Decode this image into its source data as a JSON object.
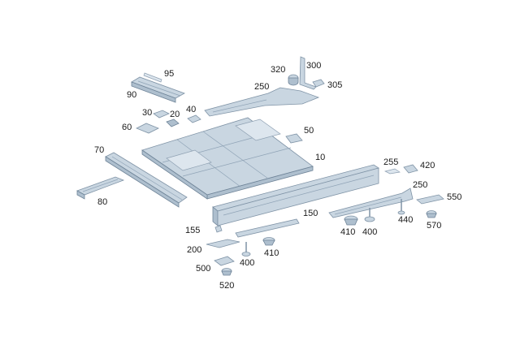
{
  "parts": [
    {
      "key": "p95",
      "label": "95"
    },
    {
      "key": "p90",
      "label": "90"
    },
    {
      "key": "p30",
      "label": "30"
    },
    {
      "key": "p20",
      "label": "20"
    },
    {
      "key": "p40",
      "label": "40"
    },
    {
      "key": "p60",
      "label": "60"
    },
    {
      "key": "p320",
      "label": "320"
    },
    {
      "key": "p300",
      "label": "300"
    },
    {
      "key": "p305",
      "label": "305"
    },
    {
      "key": "p250a",
      "label": "250"
    },
    {
      "key": "p50",
      "label": "50"
    },
    {
      "key": "p10",
      "label": "10"
    },
    {
      "key": "p70",
      "label": "70"
    },
    {
      "key": "p80",
      "label": "80"
    },
    {
      "key": "p255",
      "label": "255"
    },
    {
      "key": "p420",
      "label": "420"
    },
    {
      "key": "p250b",
      "label": "250"
    },
    {
      "key": "p550",
      "label": "550"
    },
    {
      "key": "p150",
      "label": "150"
    },
    {
      "key": "p440",
      "label": "440"
    },
    {
      "key": "p570",
      "label": "570"
    },
    {
      "key": "p410a",
      "label": "410"
    },
    {
      "key": "p400a",
      "label": "400"
    },
    {
      "key": "p155",
      "label": "155"
    },
    {
      "key": "p200",
      "label": "200"
    },
    {
      "key": "p400b",
      "label": "400"
    },
    {
      "key": "p410b",
      "label": "410"
    },
    {
      "key": "p500",
      "label": "500"
    },
    {
      "key": "p520",
      "label": "520"
    }
  ]
}
